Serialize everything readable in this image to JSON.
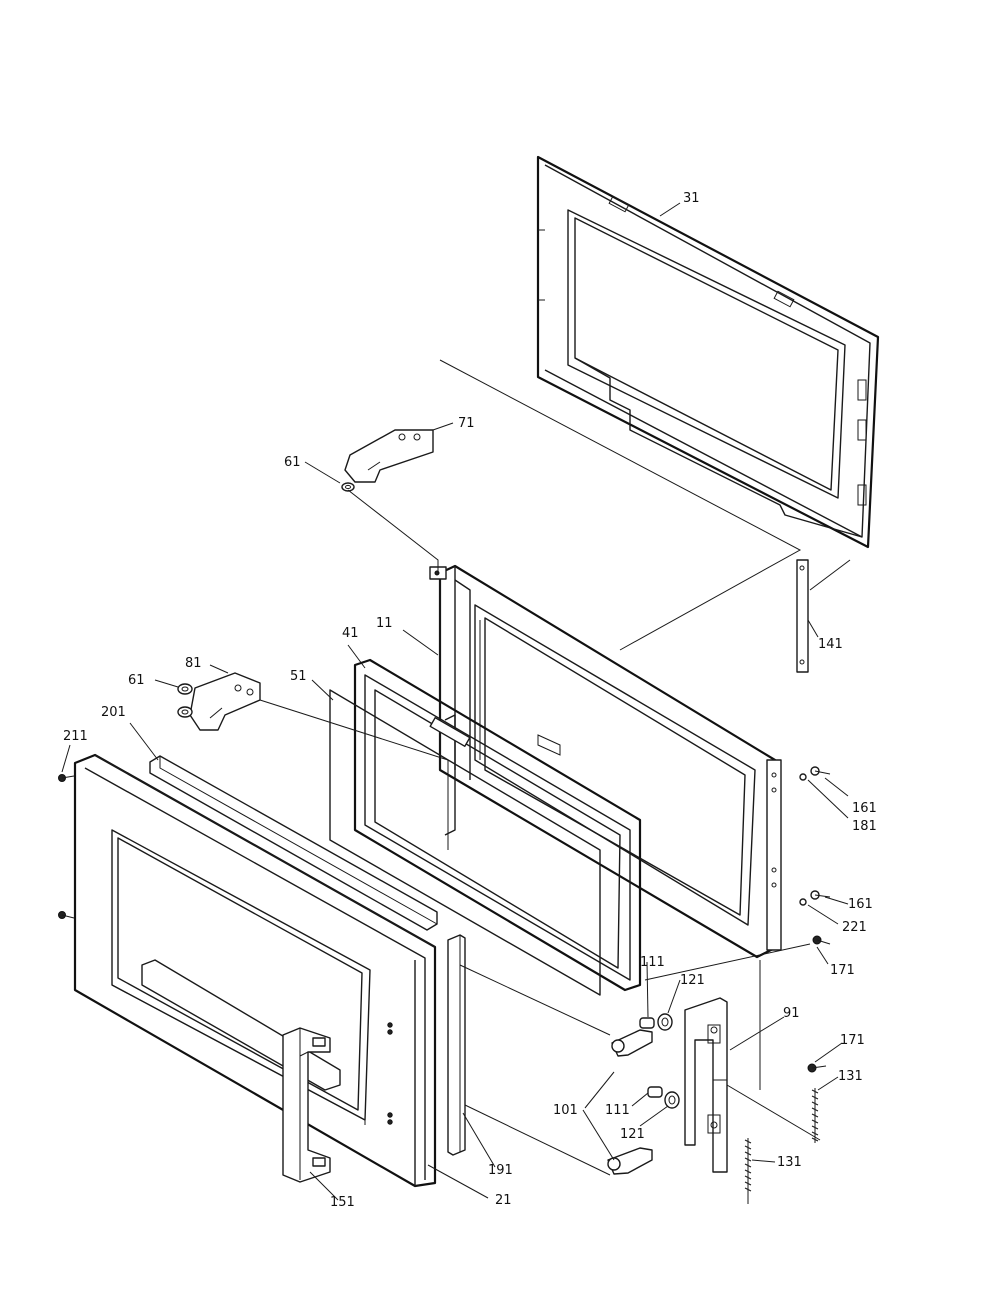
{
  "callouts": [
    {
      "id": "c31",
      "text": "31"
    },
    {
      "id": "c71",
      "text": "71"
    },
    {
      "id": "c61a",
      "text": "61"
    },
    {
      "id": "c11",
      "text": "11"
    },
    {
      "id": "c41",
      "text": "41"
    },
    {
      "id": "c51",
      "text": "51"
    },
    {
      "id": "c81",
      "text": "81"
    },
    {
      "id": "c61b",
      "text": "61"
    },
    {
      "id": "c201",
      "text": "201"
    },
    {
      "id": "c211",
      "text": "211"
    },
    {
      "id": "c141",
      "text": "141"
    },
    {
      "id": "c161a",
      "text": "161"
    },
    {
      "id": "c181",
      "text": "181"
    },
    {
      "id": "c161b",
      "text": "161"
    },
    {
      "id": "c221",
      "text": "221"
    },
    {
      "id": "c171a",
      "text": "171"
    },
    {
      "id": "c111a",
      "text": "111"
    },
    {
      "id": "c121a",
      "text": "121"
    },
    {
      "id": "c91",
      "text": "91"
    },
    {
      "id": "c171b",
      "text": "171"
    },
    {
      "id": "c131a",
      "text": "131"
    },
    {
      "id": "c101",
      "text": "101"
    },
    {
      "id": "c111b",
      "text": "111"
    },
    {
      "id": "c121b",
      "text": "121"
    },
    {
      "id": "c131b",
      "text": "131"
    },
    {
      "id": "c191",
      "text": "191"
    },
    {
      "id": "c21",
      "text": "21"
    },
    {
      "id": "c151",
      "text": "151"
    }
  ]
}
